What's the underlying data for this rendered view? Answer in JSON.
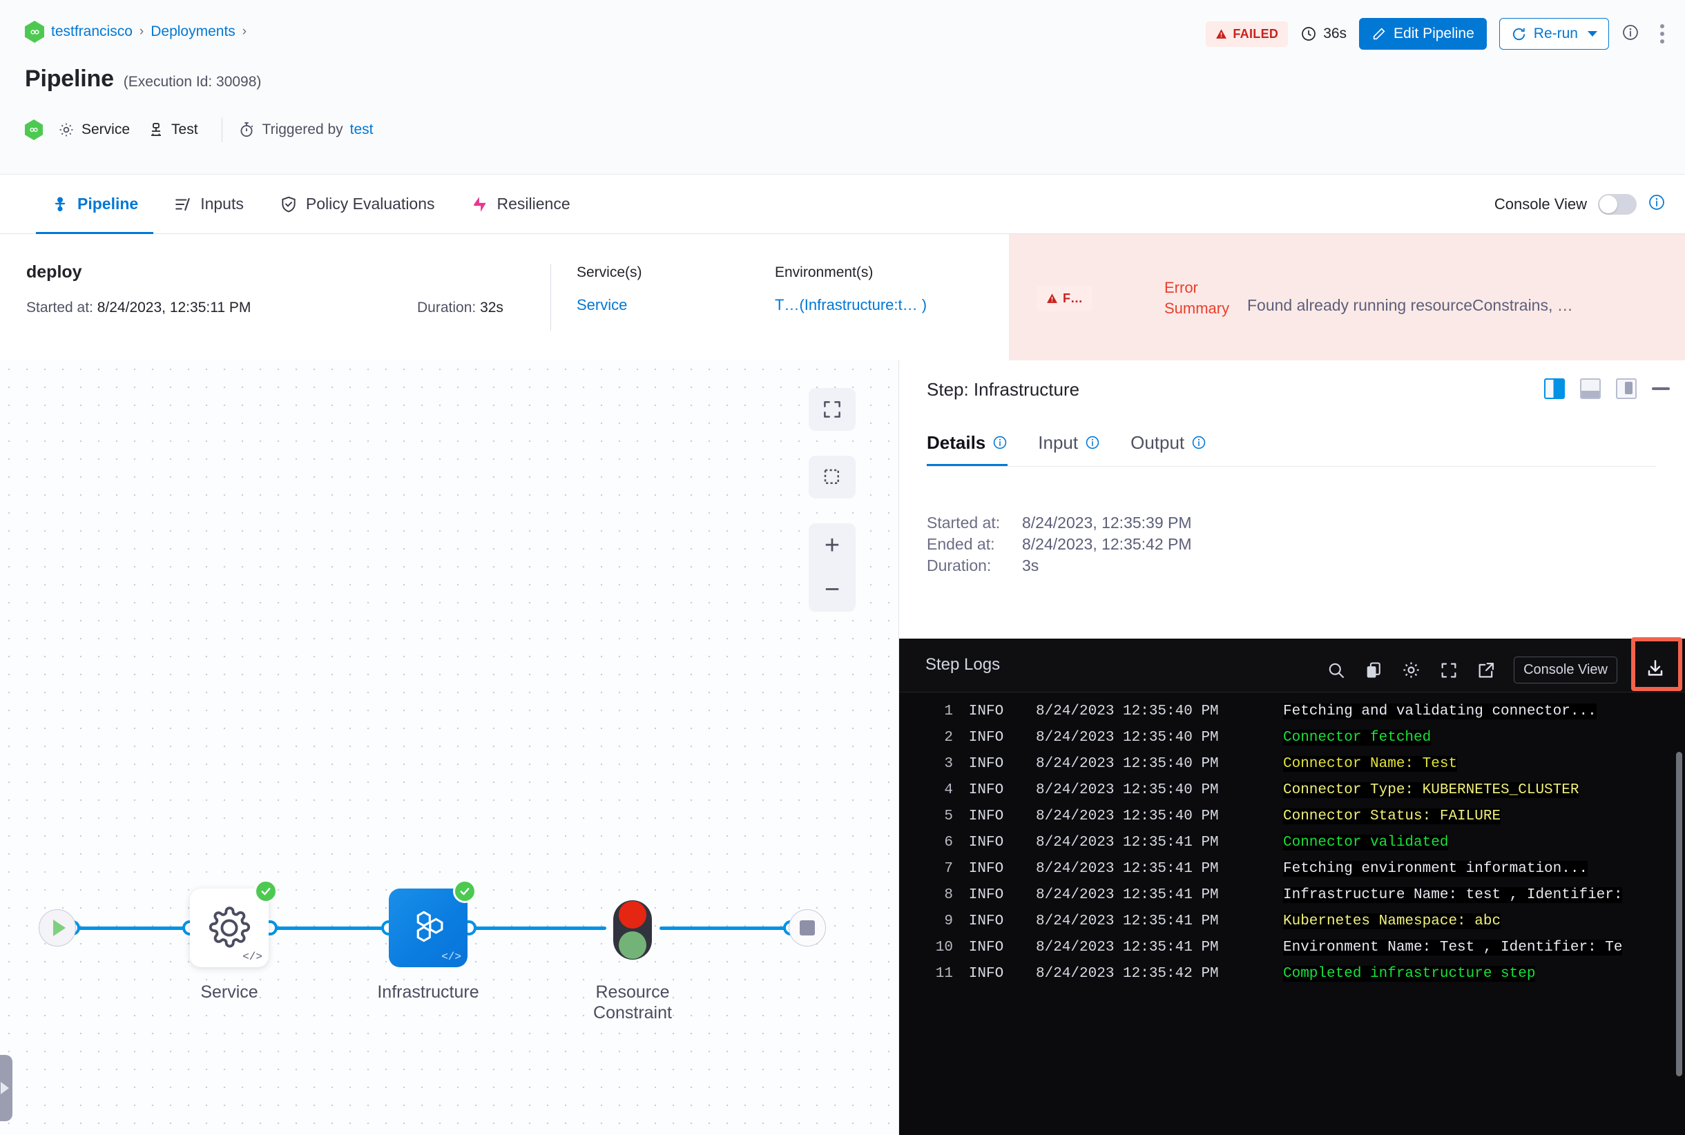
{
  "breadcrumb": {
    "items": [
      "testfrancisco",
      "Deployments"
    ],
    "separator": "›"
  },
  "header": {
    "title": "Pipeline",
    "execution_id_label": "(Execution Id: 30098)",
    "meta": {
      "service_label": "Service",
      "env_label": "Test",
      "triggered_prefix": "Triggered by",
      "triggered_by": "test"
    }
  },
  "actions": {
    "status": "FAILED",
    "duration": "36s",
    "edit_pipeline": "Edit Pipeline",
    "rerun": "Re-run"
  },
  "tabs": [
    {
      "label": "Pipeline",
      "icon": "pipeline-icon",
      "active": true
    },
    {
      "label": "Inputs",
      "icon": "inputs-icon",
      "active": false
    },
    {
      "label": "Policy Evaluations",
      "icon": "shield-check-icon",
      "active": false
    },
    {
      "label": "Resilience",
      "icon": "resilience-icon",
      "active": false
    }
  ],
  "console_view": {
    "label": "Console View",
    "enabled": false
  },
  "stage": {
    "name": "deploy",
    "started_label": "Started at:",
    "started_value": "8/24/2023, 12:35:11 PM",
    "duration_label": "Duration:",
    "duration_value": "32s",
    "services_header": "Service(s)",
    "services_value": "Service",
    "environments_header": "Environment(s)",
    "environments_value": "T…",
    "environments_suffix": "(Infrastructure:t… )",
    "error_chip": "F…",
    "error_label_line1": "Error",
    "error_label_line2": "Summary",
    "error_text": "Found already running resourceConstrains, …"
  },
  "graph": {
    "nodes": [
      {
        "label": "Service",
        "status": "success",
        "type": "service-node"
      },
      {
        "label": "Infrastructure",
        "status": "success",
        "type": "infrastructure-node",
        "selected": true
      },
      {
        "label": "Resource\nConstraint",
        "status": "waiting",
        "type": "resource-constraint-node"
      }
    ],
    "node_labels": {
      "service": "Service",
      "infrastructure": "Infrastructure",
      "resource_constraint_l1": "Resource",
      "resource_constraint_l2": "Constraint"
    },
    "controls": {
      "fit": "fit-to-screen",
      "select": "marquee-select",
      "zoom_in": "+",
      "zoom_out": "−"
    }
  },
  "step_panel": {
    "title": "Step: Infrastructure",
    "tabs": [
      {
        "label": "Details",
        "active": true
      },
      {
        "label": "Input",
        "active": false
      },
      {
        "label": "Output",
        "active": false
      }
    ],
    "details": [
      {
        "key": "Started at:",
        "value": "8/24/2023, 12:35:39 PM"
      },
      {
        "key": "Ended at:",
        "value": "8/24/2023, 12:35:42 PM"
      },
      {
        "key": "Duration:",
        "value": "3s"
      }
    ]
  },
  "logs": {
    "title": "Step Logs",
    "console_view_button": "Console View",
    "toolbar_icons": [
      "search-icon",
      "copy-icon",
      "gear-icon",
      "fullscreen-icon",
      "open-external-icon",
      "download-icon"
    ],
    "highlighted_icon": "download-icon",
    "lines": [
      {
        "n": "1",
        "level": "INFO",
        "ts": "8/24/2023 12:35:40 PM",
        "msg": "Fetching and validating connector...",
        "color": "w"
      },
      {
        "n": "2",
        "level": "INFO",
        "ts": "8/24/2023 12:35:40 PM",
        "msg": "Connector fetched",
        "color": "g"
      },
      {
        "n": "3",
        "level": "INFO",
        "ts": "8/24/2023 12:35:40 PM",
        "msg": "Connector Name: Test",
        "color": "y"
      },
      {
        "n": "4",
        "level": "INFO",
        "ts": "8/24/2023 12:35:40 PM",
        "msg": "Connector Type: KUBERNETES_CLUSTER",
        "color": "y"
      },
      {
        "n": "5",
        "level": "INFO",
        "ts": "8/24/2023 12:35:40 PM",
        "msg": "Connector Status: FAILURE",
        "color": "y"
      },
      {
        "n": "6",
        "level": "INFO",
        "ts": "8/24/2023 12:35:41 PM",
        "msg": "Connector validated",
        "color": "g"
      },
      {
        "n": "7",
        "level": "INFO",
        "ts": "8/24/2023 12:35:41 PM",
        "msg": "Fetching environment information...",
        "color": "w"
      },
      {
        "n": "8",
        "level": "INFO",
        "ts": "8/24/2023 12:35:41 PM",
        "msg": "Infrastructure Name: test , Identifier:",
        "color": "w"
      },
      {
        "n": "9",
        "level": "INFO",
        "ts": "8/24/2023 12:35:41 PM",
        "msg": "Kubernetes Namespace: abc",
        "color": "y"
      },
      {
        "n": "10",
        "level": "INFO",
        "ts": "8/24/2023 12:35:41 PM",
        "msg": "Environment Name: Test , Identifier: Te",
        "color": "w"
      },
      {
        "n": "11",
        "level": "INFO",
        "ts": "8/24/2023 12:35:42 PM",
        "msg": "Completed infrastructure step",
        "color": "g"
      }
    ]
  },
  "colors": {
    "accent_blue": "#0278d5",
    "edge_blue": "#0092e4",
    "success_green": "#4dc952",
    "error_red": "#c9211e",
    "error_bg": "#fbe9e7",
    "highlight_orange": "#f4624c",
    "log_bg": "#0b0b0d"
  }
}
